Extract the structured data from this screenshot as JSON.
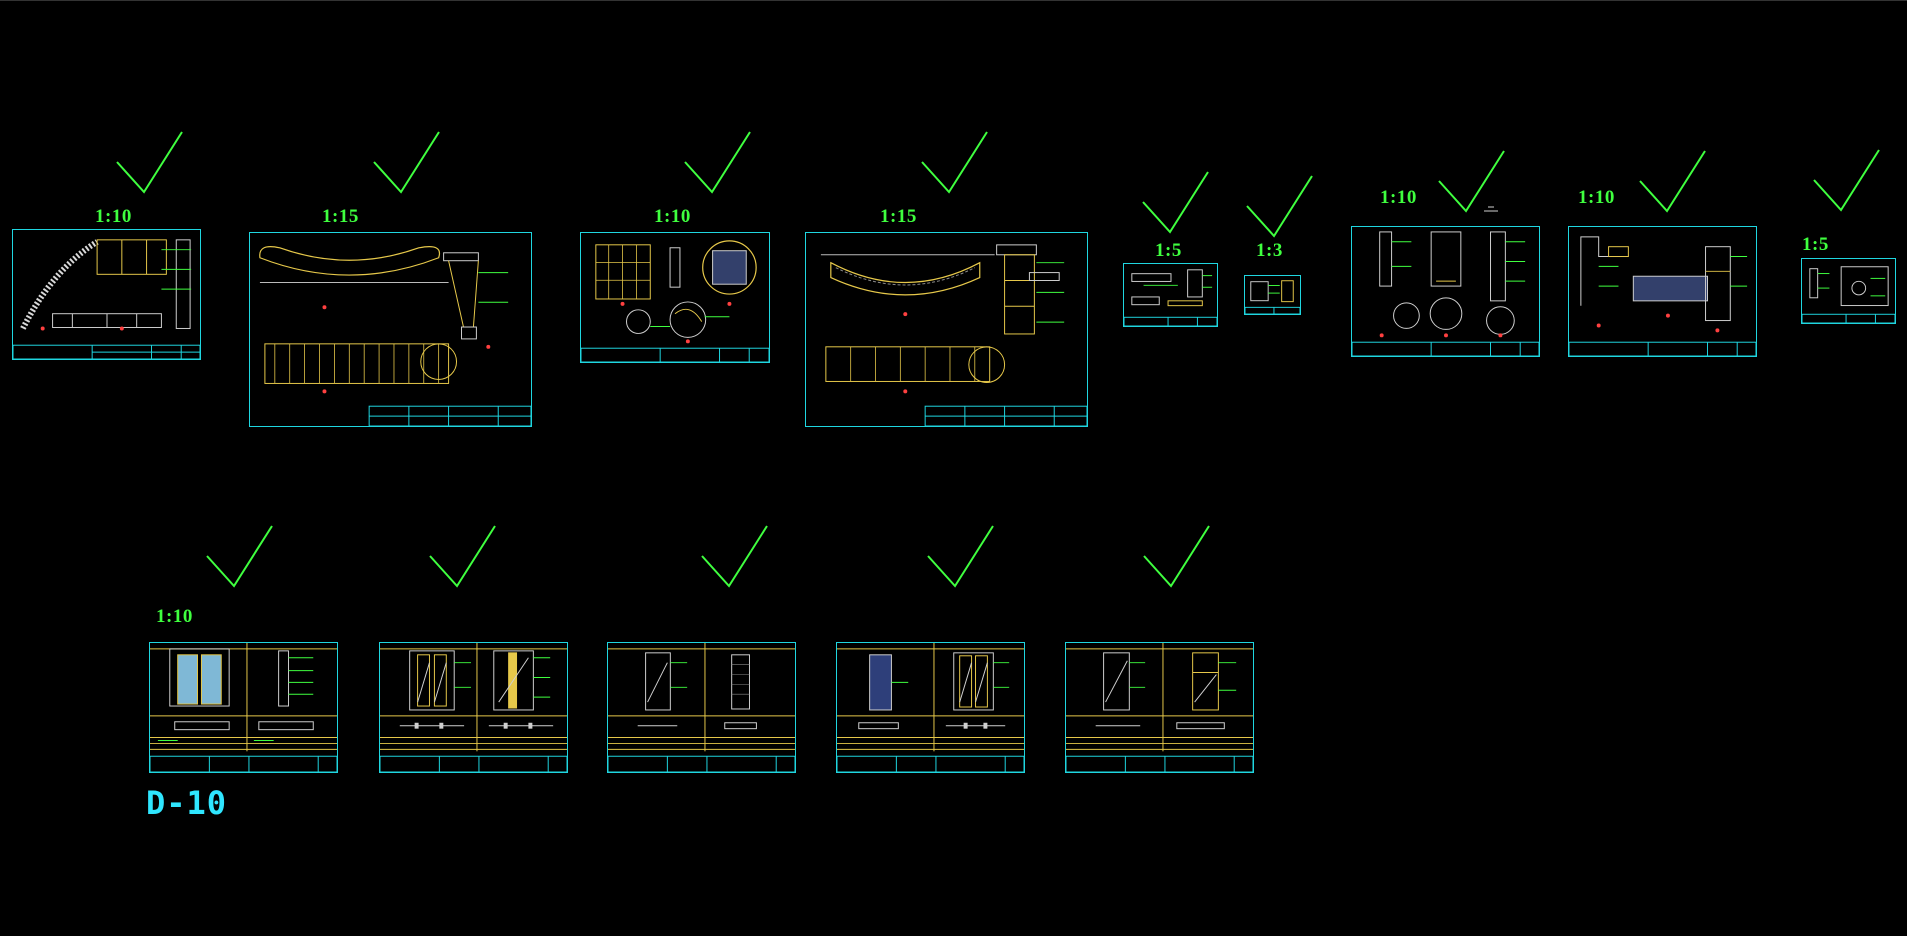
{
  "view": {
    "background": "#000000",
    "sheet_border_color": "#1fd6e0",
    "scale_label_color": "#3fff3f",
    "check_color": "#3fff3f",
    "drawing_id_color": "#2fe6ff",
    "drawing_id": "D-10"
  },
  "top_row": [
    {
      "id": "sheet-1",
      "scale": "1:10",
      "checked": true
    },
    {
      "id": "sheet-2",
      "scale": "1:15",
      "checked": true
    },
    {
      "id": "sheet-3",
      "scale": "1:10",
      "checked": true
    },
    {
      "id": "sheet-4",
      "scale": "1:15",
      "checked": true
    },
    {
      "id": "sheet-5",
      "scale": "1:5",
      "checked": true
    },
    {
      "id": "sheet-6",
      "scale": "1:3",
      "checked": true
    },
    {
      "id": "sheet-7",
      "scale": "1:10",
      "checked": true
    },
    {
      "id": "sheet-8",
      "scale": "1:10",
      "checked": true
    },
    {
      "id": "sheet-9",
      "scale": "1:5",
      "checked": true
    }
  ],
  "bottom_row": [
    {
      "id": "door-1",
      "scale": "1:10",
      "checked": true
    },
    {
      "id": "door-2",
      "scale": "",
      "checked": true
    },
    {
      "id": "door-3",
      "scale": "",
      "checked": true
    },
    {
      "id": "door-4",
      "scale": "",
      "checked": true
    },
    {
      "id": "door-5",
      "scale": "",
      "checked": true
    }
  ]
}
